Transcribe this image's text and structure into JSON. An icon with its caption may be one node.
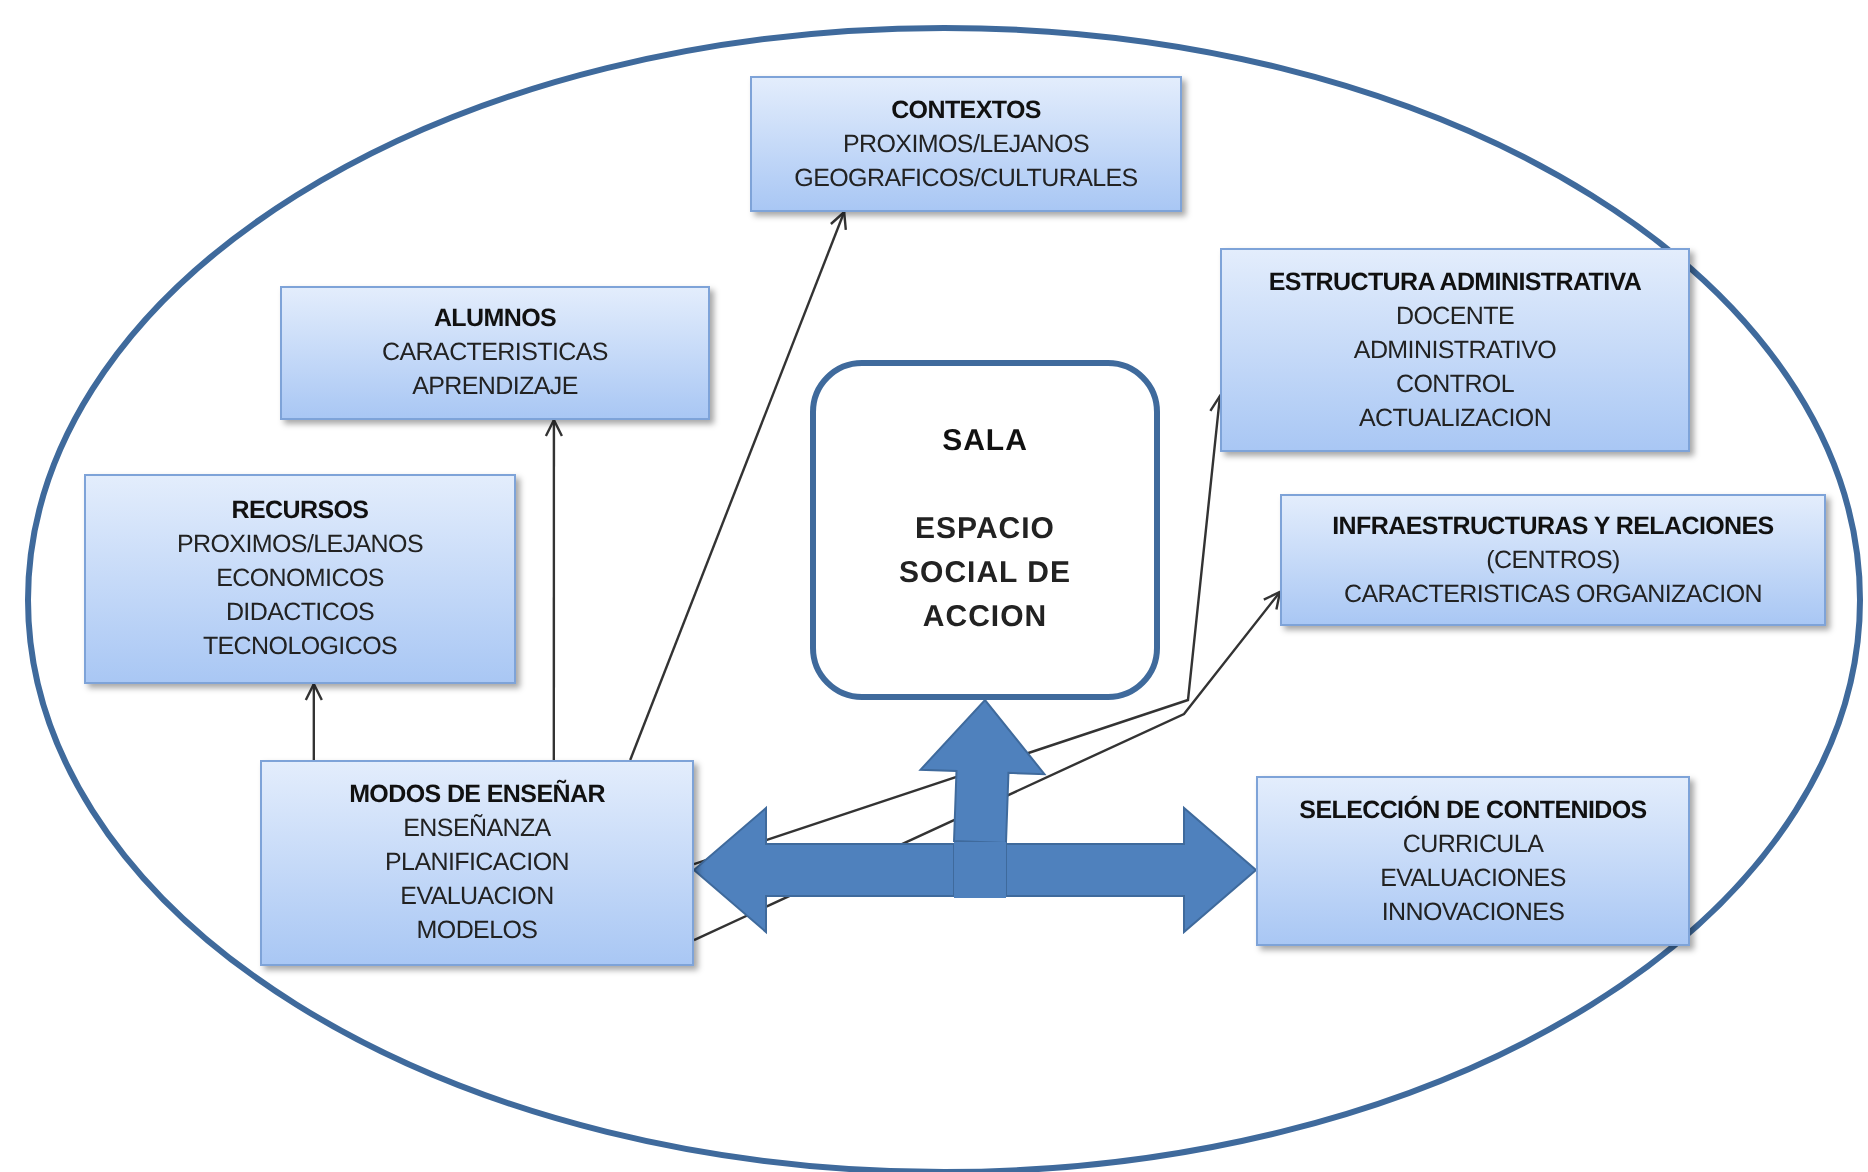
{
  "diagram": {
    "nodes": [
      {
        "text": [
          "CONTEXTOS",
          "PROXIMOS/LEJANOS",
          "GEOGRAFICOS/CULTURALES"
        ]
      },
      {
        "text": [
          "ALUMNOS",
          "CARACTERISTICAS",
          "APRENDIZAJE"
        ]
      },
      {
        "text": [
          "ESTRUCTURA ADMINISTRATIVA",
          "DOCENTE",
          "ADMINISTRATIVO",
          "CONTROL",
          "ACTUALIZACION"
        ]
      },
      {
        "text": [
          "SALA",
          "ESPACIO SOCIAL DE ACCION"
        ]
      },
      {
        "text": [
          "RECURSOS",
          "PROXIMOS/LEJANOS",
          "ECONOMICOS",
          "DIDACTICOS",
          "TECNOLOGICOS"
        ]
      },
      {
        "text": [
          "INFRAESTRUCTURAS Y RELACIONES",
          "(CENTROS)",
          "CARACTERISTICAS ORGANIZACION"
        ]
      },
      {
        "text": [
          "MODOS DE ENSEÑAR",
          "ENSEÑANZA",
          "PLANIFICACION",
          "EVALUACION",
          "MODELOS"
        ]
      },
      {
        "text": [
          "SELECCIÓN DE CONTENIDOS",
          "CURRICULA",
          "EVALUACIONES",
          "INNOVACIONES"
        ]
      },
      {
        "text": [],
        "shape": "block-arrow"
      }
    ],
    "edges": [
      {
        "from": 6,
        "to": 4,
        "arrow": "to"
      },
      {
        "from": 6,
        "to": 1,
        "arrow": "to"
      },
      {
        "from": 6,
        "to": 0,
        "arrow": "to"
      },
      {
        "from": 6,
        "to": 2,
        "arrow": "to"
      },
      {
        "from": 6,
        "to": 5,
        "arrow": "to"
      },
      {
        "from": 8,
        "to": 6,
        "arrow": "to",
        "style": "thick",
        "color": "#4f81bd"
      },
      {
        "from": 8,
        "to": 7,
        "arrow": "to",
        "style": "thick",
        "color": "#4f81bd"
      },
      {
        "from": 8,
        "to": 3,
        "arrow": "to",
        "style": "thick",
        "color": "#4f81bd"
      }
    ]
  }
}
